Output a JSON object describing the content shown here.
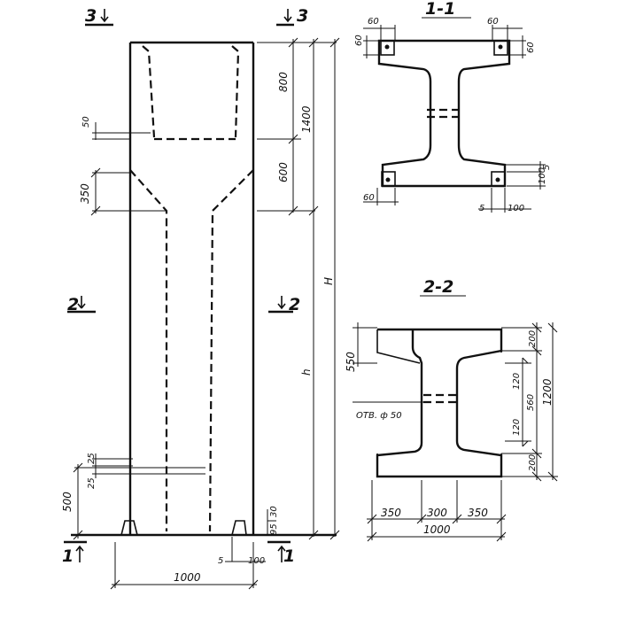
{
  "elevation": {
    "section_marks": {
      "s3": "3",
      "s2": "2",
      "s1": "1"
    },
    "dims": {
      "d800": "800",
      "d1400": "1400",
      "d600": "600",
      "d50": "50",
      "d350": "350",
      "dH": "H",
      "dh": "h",
      "d25a": "25",
      "d25b": "25",
      "d500": "500",
      "d30": "30",
      "d95": "95",
      "d5": "5",
      "d100": "100",
      "d1000": "1000"
    }
  },
  "section_1_1": {
    "title": "1-1",
    "dims": {
      "a60": "60",
      "b60": "60",
      "c60": "60",
      "d60": "60",
      "e60": "60",
      "f5": "5",
      "g100": "100",
      "h5": "5",
      "i100": "100"
    }
  },
  "section_2_2": {
    "title": "2-2",
    "hole_label": "ОТВ. ф 50",
    "dims": {
      "v550": "550",
      "v200a": "200",
      "v120a": "120",
      "v560": "560",
      "v1200": "1200",
      "v120b": "120",
      "v200b": "200",
      "h350a": "350",
      "h300": "300",
      "h350b": "350",
      "h1000": "1000"
    }
  }
}
